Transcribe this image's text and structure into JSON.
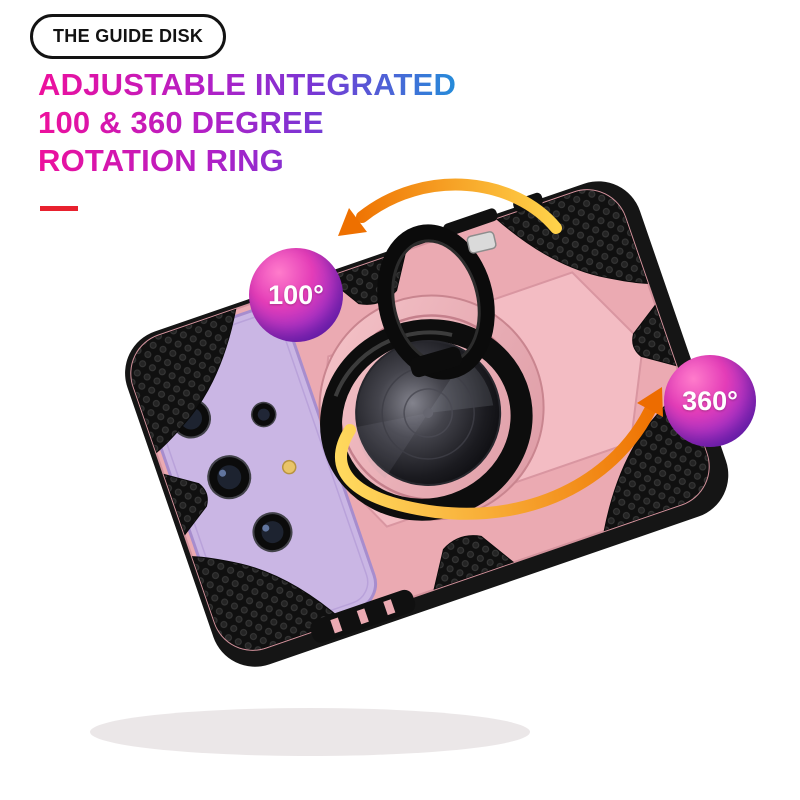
{
  "badge": {
    "label": "THE GUIDE DISK"
  },
  "headline": {
    "line1": "ADJUSTABLE INTEGRATED",
    "line2": "100 & 360 DEGREE",
    "line3": "ROTATION RING"
  },
  "callouts": {
    "small_angle": "100°",
    "full_angle": "360°"
  },
  "accent": {
    "underline": "#e8212e",
    "headline_gradient_start": "#ee109c",
    "headline_gradient_mid": "#7a35d4",
    "headline_gradient_end": "#1899da",
    "badge_gradient_start": "#ff7ccb",
    "badge_gradient_end": "#5f23c8",
    "arrow_gradient_start": "#ffd95e",
    "arrow_gradient_end": "#ee7000"
  },
  "product": {
    "case_color": "#ebaab2",
    "phone_color": "#cab6e4",
    "ring_color": "#0d0d0d",
    "disc_color": "#1b1b20"
  }
}
